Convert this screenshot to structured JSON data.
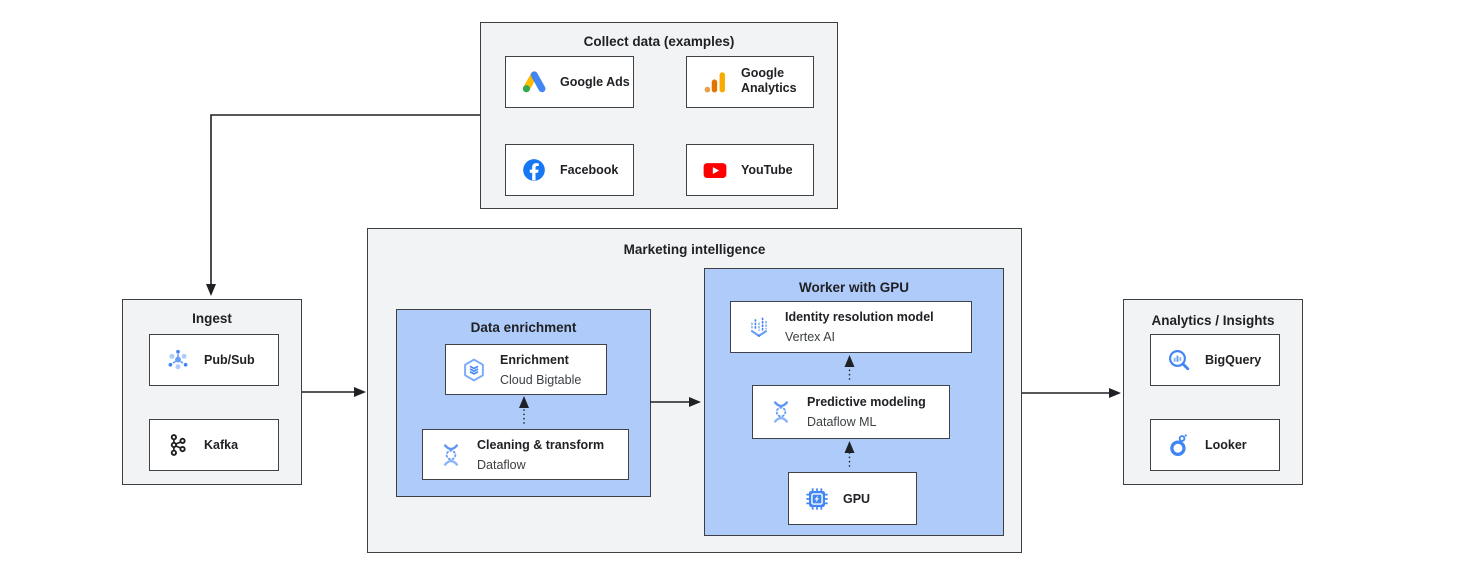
{
  "colors": {
    "group_fill": "#f1f3f4",
    "zone_fill": "#aecbfa",
    "border": "#3c4043",
    "text": "#202124",
    "arrow": "#202124",
    "google_blue": "#4285f4",
    "google_green": "#34a853",
    "google_yellow": "#fbbc04",
    "analytics_orange": "#e37400",
    "analytics_amber": "#f9ab00",
    "facebook_blue": "#1877f2",
    "youtube_red": "#ff0000"
  },
  "collect": {
    "title": "Collect data (examples)",
    "items": [
      {
        "label": "Google Ads",
        "icon": "google-ads-icon"
      },
      {
        "label": "Google Analytics",
        "icon": "google-analytics-icon"
      },
      {
        "label": "Facebook",
        "icon": "facebook-icon"
      },
      {
        "label": "YouTube",
        "icon": "youtube-icon"
      }
    ]
  },
  "ingest": {
    "title": "Ingest",
    "items": [
      {
        "label": "Pub/Sub",
        "icon": "pubsub-icon"
      },
      {
        "label": "Kafka",
        "icon": "kafka-icon"
      }
    ]
  },
  "marketing": {
    "title": "Marketing intelligence",
    "data_enrichment": {
      "title": "Data enrichment",
      "items": [
        {
          "label": "Enrichment",
          "sublabel": "Cloud Bigtable",
          "icon": "bigtable-icon"
        },
        {
          "label": "Cleaning & transform",
          "sublabel": "Dataflow",
          "icon": "dataflow-icon"
        }
      ]
    },
    "worker": {
      "title": "Worker with GPU",
      "items": [
        {
          "label": "Identity resolution model",
          "sublabel": "Vertex AI",
          "icon": "vertex-ai-icon"
        },
        {
          "label": "Predictive modeling",
          "sublabel": "Dataflow ML",
          "icon": "dataflow-icon"
        },
        {
          "label": "GPU",
          "icon": "gpu-icon"
        }
      ]
    }
  },
  "analytics": {
    "title": "Analytics / Insights",
    "items": [
      {
        "label": "BigQuery",
        "icon": "bigquery-icon"
      },
      {
        "label": "Looker",
        "icon": "looker-icon"
      }
    ]
  }
}
